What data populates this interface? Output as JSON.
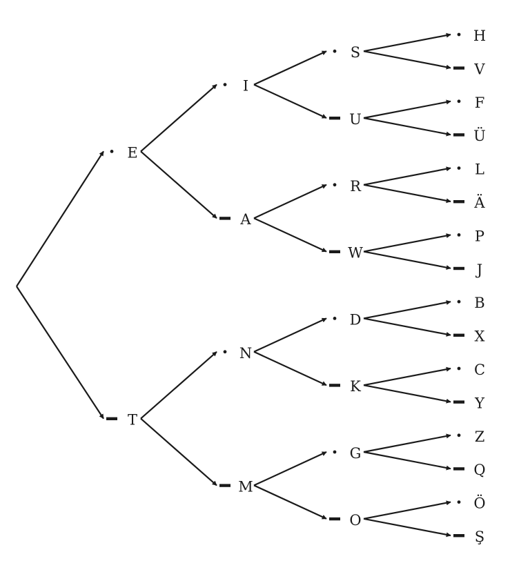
{
  "tree": {
    "letter": "",
    "children": [
      {
        "letter": "E",
        "signal": "dot",
        "children": [
          {
            "letter": "I",
            "signal": "dot",
            "children": [
              {
                "letter": "S",
                "signal": "dot",
                "children": [
                  {
                    "letter": "H",
                    "signal": "dot"
                  },
                  {
                    "letter": "V",
                    "signal": "dash"
                  }
                ]
              },
              {
                "letter": "U",
                "signal": "dash",
                "children": [
                  {
                    "letter": "F",
                    "signal": "dot"
                  },
                  {
                    "letter": "Ü",
                    "signal": "dash"
                  }
                ]
              }
            ]
          },
          {
            "letter": "A",
            "signal": "dash",
            "children": [
              {
                "letter": "R",
                "signal": "dot",
                "children": [
                  {
                    "letter": "L",
                    "signal": "dot"
                  },
                  {
                    "letter": "Ä",
                    "signal": "dash"
                  }
                ]
              },
              {
                "letter": "W",
                "signal": "dash",
                "children": [
                  {
                    "letter": "P",
                    "signal": "dot"
                  },
                  {
                    "letter": "J",
                    "signal": "dash"
                  }
                ]
              }
            ]
          }
        ]
      },
      {
        "letter": "T",
        "signal": "dash",
        "children": [
          {
            "letter": "N",
            "signal": "dot",
            "children": [
              {
                "letter": "D",
                "signal": "dot",
                "children": [
                  {
                    "letter": "B",
                    "signal": "dot"
                  },
                  {
                    "letter": "X",
                    "signal": "dash"
                  }
                ]
              },
              {
                "letter": "K",
                "signal": "dash",
                "children": [
                  {
                    "letter": "C",
                    "signal": "dot"
                  },
                  {
                    "letter": "Y",
                    "signal": "dash"
                  }
                ]
              }
            ]
          },
          {
            "letter": "M",
            "signal": "dash",
            "children": [
              {
                "letter": "G",
                "signal": "dot",
                "children": [
                  {
                    "letter": "Z",
                    "signal": "dot"
                  },
                  {
                    "letter": "Q",
                    "signal": "dash"
                  }
                ]
              },
              {
                "letter": "O",
                "signal": "dash",
                "children": [
                  {
                    "letter": "Ö",
                    "signal": "dot"
                  },
                  {
                    "letter": "Ş",
                    "signal": "dash"
                  }
                ]
              }
            ]
          }
        ]
      }
    ]
  }
}
